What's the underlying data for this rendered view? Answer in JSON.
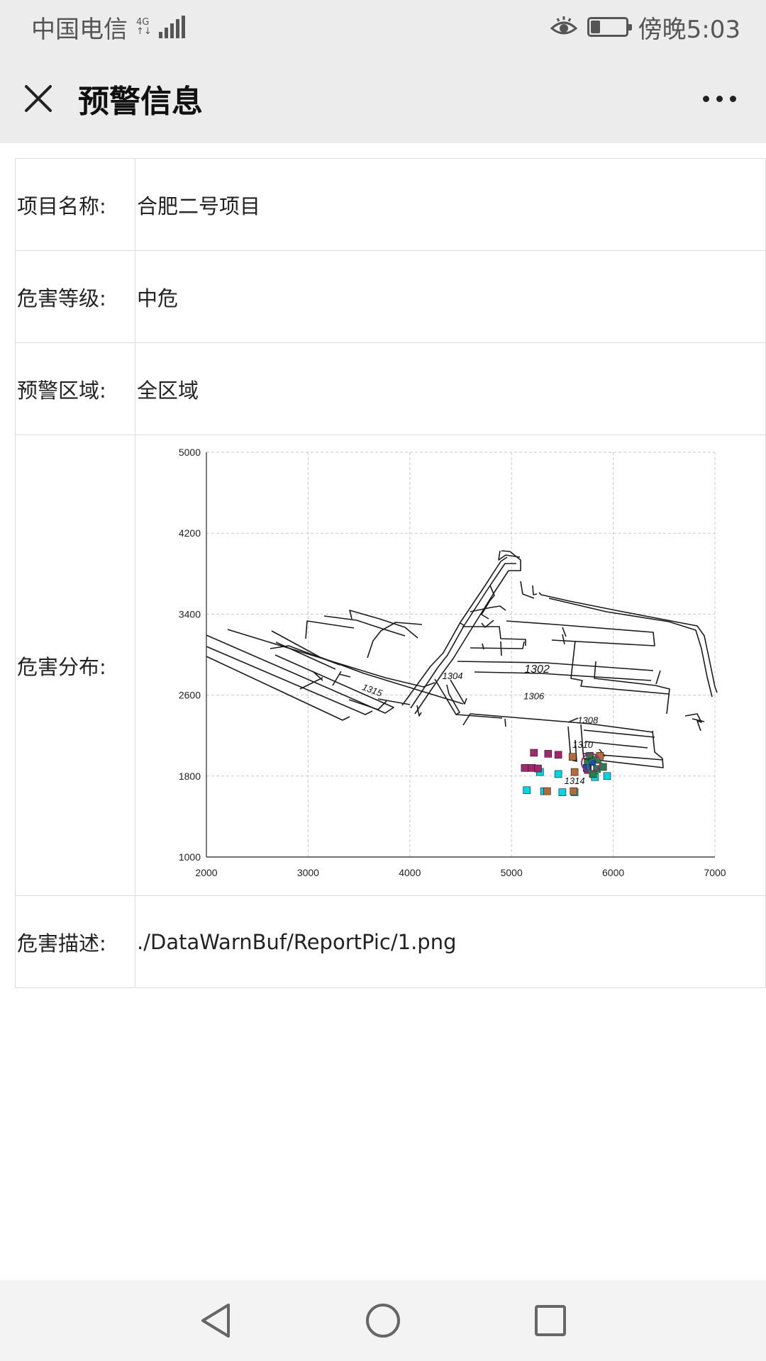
{
  "status_bar": {
    "carrier": "中国电信",
    "network_top": "4G",
    "network_bottom": "↑↓",
    "time": "傍晚5:03",
    "battery_level": 0.25
  },
  "header": {
    "title": "预警信息"
  },
  "info": {
    "project_label": "项目名称:",
    "project_value": "合肥二号项目",
    "level_label": "危害等级:",
    "level_value": "中危",
    "area_label": "预警区域:",
    "area_value": "全区域",
    "distribution_label": "危害分布:",
    "description_label": "危害描述:",
    "description_value": "./DataWarnBuf/ReportPic/1.png"
  },
  "chart_data": {
    "type": "scatter",
    "xlim": [
      2000,
      7000
    ],
    "ylim": [
      1000,
      5000
    ],
    "x_ticks": [
      2000,
      3000,
      4000,
      5000,
      6000,
      7000
    ],
    "y_ticks": [
      1000,
      1800,
      2600,
      3400,
      4200,
      5000
    ],
    "grid": true,
    "map_labels": [
      {
        "text": "1302",
        "x": 5250,
        "y": 2820
      },
      {
        "text": "1304",
        "x": 4420,
        "y": 2760
      },
      {
        "text": "1306",
        "x": 5220,
        "y": 2560
      },
      {
        "text": "1308",
        "x": 5750,
        "y": 2320
      },
      {
        "text": "1310",
        "x": 5700,
        "y": 2080
      },
      {
        "text": "1315",
        "x": 3620,
        "y": 2620
      },
      {
        "text": "1314",
        "x": 5620,
        "y": 1720
      }
    ],
    "series": [
      {
        "color": "#00d4e0",
        "points": [
          [
            5150,
            1660
          ],
          [
            5320,
            1650
          ],
          [
            5500,
            1640
          ],
          [
            5620,
            1640
          ],
          [
            5280,
            1840
          ],
          [
            5460,
            1820
          ],
          [
            5940,
            1800
          ],
          [
            5820,
            1790
          ]
        ]
      },
      {
        "color": "#a0286e",
        "points": [
          [
            5130,
            1880
          ],
          [
            5200,
            1880
          ],
          [
            5260,
            1875
          ],
          [
            5220,
            2030
          ],
          [
            5360,
            2020
          ],
          [
            5460,
            2010
          ],
          [
            5750,
            1860
          ]
        ]
      },
      {
        "color": "#2e7b4c",
        "points": [
          [
            5770,
            2000
          ],
          [
            5830,
            1960
          ],
          [
            5840,
            1870
          ],
          [
            5750,
            1930
          ],
          [
            5800,
            1820
          ],
          [
            5900,
            1890
          ]
        ]
      },
      {
        "color": "#b46a3a",
        "points": [
          [
            5350,
            1650
          ],
          [
            5610,
            1650
          ],
          [
            5600,
            1990
          ],
          [
            5870,
            2000
          ],
          [
            5620,
            1840
          ]
        ]
      },
      {
        "color": "#1f4aa8",
        "points": [
          [
            5790,
            1940
          ],
          [
            5740,
            1880
          ]
        ]
      }
    ]
  }
}
